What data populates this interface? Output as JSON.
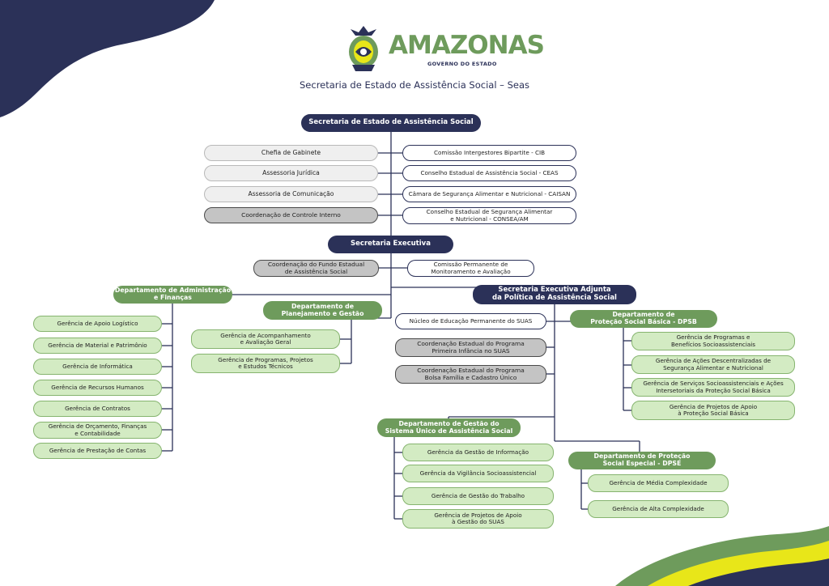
{
  "header": {
    "logo_title": "AMAZONAS",
    "logo_subtitle": "GOVERNO DO ESTADO",
    "page_title": "Secretaria de Estado de Assistência Social – Seas"
  },
  "colors": {
    "navy": "#2b3158",
    "green": "#6e9b5c",
    "light_green": "#d3ebc3",
    "yellow_accent": "#e8e619",
    "gray": "#c4c4c4"
  },
  "org": {
    "seas": "Secretaria de Estado de Assistência Social",
    "chefia_gabinete": "Chefia de Gabinete",
    "assessoria_juridica": "Assessoria Jurídica",
    "assessoria_comunicacao": "Assessoria de Comunicação",
    "controle_interno": "Coordenação de Controle Interno",
    "cib": "Comissão Intergestores Bipartite - CIB",
    "ceas": "Conselho Estadual de Assistência Social - CEAS",
    "caisan": "Câmara de Segurança Alimentar e Nutricional - CAISAN",
    "consea": "Conselho Estadual de Segurança Alimentar\ne Nutricional - CONSEA/AM",
    "secretaria_executiva": "Secretaria Executiva",
    "fundo_estadual": "Coordenação do Fundo Estadual\nde Assistência Social",
    "comissao_permanente": "Comissão Permanente de\nMonitoramento e Avaliação",
    "dep_admin": "Departamento de Administração\ne Finanças",
    "admin_items": [
      "Gerência de Apoio Logístico",
      "Gerência de Material e Patrimônio",
      "Gerência de Informática",
      "Gerência de Recursos Humanos",
      "Gerência de Contratos",
      "Gerência de Orçamento, Finanças\ne Contabilidade",
      "Gerência de Prestação de Contas"
    ],
    "dep_planejamento": "Departamento de\nPlanejamento e Gestão",
    "planejamento_items": [
      "Gerência de Acompanhamento\ne Avaliação Geral",
      "Gerência de Programas, Projetos\ne Estudos Técnicos"
    ],
    "sec_adjunta": "Secretaria Executiva Adjunta\nda Política de Assistência Social",
    "nucleo_educacao": "Núcleo de Educação Permanente do SUAS",
    "primeira_infancia": "Coordenação Estadual do Programa\nPrimeira Infância no SUAS",
    "bolsa_familia": "Coordenação Estadual do Programa\nBolsa Família e Cadastro Único",
    "dep_psb": "Departamento de\nProteção Social Básica - DPSB",
    "psb_items": [
      "Gerência de Programas e\nBenefícios Socioassistenciais",
      "Gerência de Ações Descentralizadas de\nSegurança Alimentar e Nutricional",
      "Gerência de Serviços Socioassistenciais e Ações\nIntersetoriais da Proteção Social Básica",
      "Gerência de Projetos de Apoio\nà Proteção Social Básica"
    ],
    "dep_suas": "Departamento de Gestão do\nSistema Único de Assistência Social",
    "suas_items": [
      "Gerência da Gestão de Informação",
      "Gerência da Vigilância Socioassistencial",
      "Gerência de Gestão do Trabalho",
      "Gerência de Projetos de Apoio\nà Gestão do SUAS"
    ],
    "dep_pse": "Departamento de Proteção\nSocial Especial - DPSE",
    "pse_items": [
      "Gerência de Média Complexidade",
      "Gerência de Alta Complexidade"
    ]
  }
}
